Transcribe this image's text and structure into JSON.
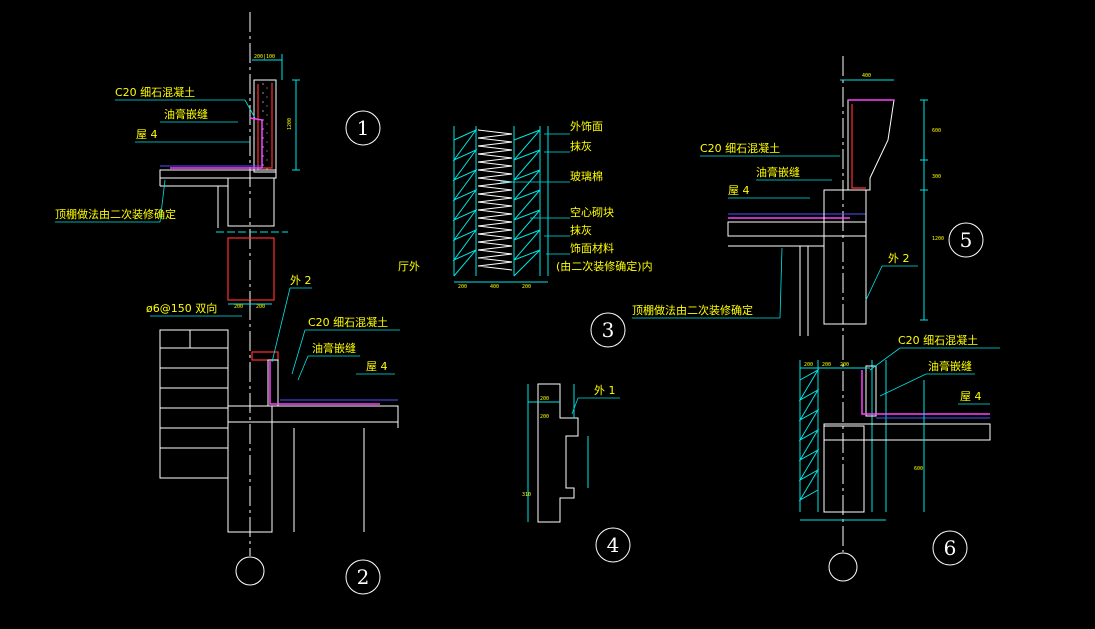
{
  "detail_numbers": [
    "1",
    "2",
    "3",
    "4",
    "5",
    "6"
  ],
  "labels": {
    "d1_c20": "C20 细石混凝土",
    "d1_joint": "油膏嵌缝",
    "d1_roof": "屋 4",
    "d1_ceiling": "顶棚做法由二次装修确定",
    "d2_rebar": "ø6@150 双向",
    "d2_ext": "外 2",
    "d2_c20": "C20 细石混凝土",
    "d2_joint": "油膏嵌缝",
    "d2_roof": "屋 4",
    "d3_finish": "外饰面",
    "d3_plaster1": "抹灰",
    "d3_glasswool": "玻璃棉",
    "d3_block": "空心砌块",
    "d3_plaster2": "抹灰",
    "d3_material": "饰面材料",
    "d3_note": "(由二次装修确定)内",
    "d3_hall": "厅外",
    "d4_ext": "外 1",
    "d5_c20": "C20 细石混凝土",
    "d5_joint": "油膏嵌缝",
    "d5_roof": "屋 4",
    "d5_ext": "外 2",
    "d5_ceiling": "顶棚做法由二次装修确定",
    "d6_c20": "C20 细石混凝土",
    "d6_joint": "油膏嵌缝",
    "d6_roof": "屋 4"
  },
  "dims": {
    "d1_top": "200|100",
    "d1_height": "1200",
    "d2_a": "200",
    "d2_b": "200",
    "d3_a": "200",
    "d3_b": "400",
    "d3_c": "200",
    "d4_a": "200",
    "d4_b": "200",
    "d4_c": "310",
    "d5_top": "400",
    "d5_h1": "600",
    "d5_h2": "300",
    "d5_h3": "1200",
    "d6_a": "200",
    "d6_b": "200",
    "d6_c": "200",
    "d6_d": "600"
  },
  "colors": {
    "label": "#ffff00",
    "line": "#00e5e5",
    "wall": "#ffffff",
    "rebar": "#ff3030",
    "membrane": "#ff40ff",
    "background": "#000000"
  }
}
